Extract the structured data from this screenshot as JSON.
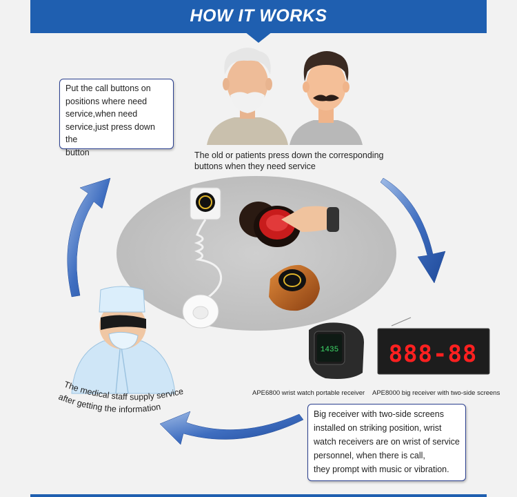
{
  "banner": {
    "title": "HOW IT WORKS"
  },
  "steps": {
    "call_buttons": "Put the call buttons on\npositions where need\nservice,when need\nservice,just press down the\nbutton",
    "patients": "The old or patients press down the corresponding\nbuttons when they need service",
    "medical_staff": {
      "line1": "The medical staff supply service",
      "line2": "after getting the information"
    },
    "receivers_note": "Big receiver with two-side screens\ninstalled on striking position, wrist\nwatch receivers are on wrist of service\npersonnel, when there is call,\nthey prompt with music or vibration."
  },
  "products": {
    "watch_caption": "APE6800 wrist watch portable receiver",
    "watch_time": "1435",
    "receiver_caption": "APE8000 big receiver with two-side screens",
    "receiver_display": "888-88"
  },
  "colors": {
    "banner": "#1f5fb0",
    "arrow": "#2e5cb0",
    "callout_border": "#2a3f8f",
    "led_red": "#ff2020",
    "watch_green": "#3fdc6a"
  }
}
